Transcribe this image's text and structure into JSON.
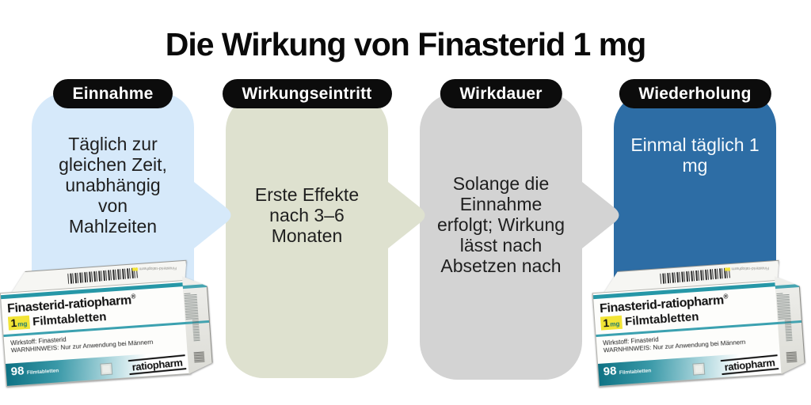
{
  "title": "Die Wirkung von Finasterid 1 mg",
  "palette": {
    "pill_bg": "#0c0c0c",
    "pill_text": "#ffffff",
    "title_color": "#0a0a0a"
  },
  "columns": [
    {
      "header": "Einnahme",
      "body": "Täglich zur\ngleichen Zeit,\nunabhängig\nvon\nMahlzeiten",
      "bubble_color": "#d6e9fa",
      "text_color": "#1f1f1f"
    },
    {
      "header": "Wirkungseintritt",
      "body": "Erste Effekte\nnach 3–6\nMonaten",
      "bubble_color": "#dee1cf",
      "text_color": "#1f1f1f"
    },
    {
      "header": "Wirkdauer",
      "body": "Solange die\nEinnahme\nerfolgt; Wirkung\nlässt nach\nAbsetzen nach",
      "bubble_color": "#d3d3d3",
      "text_color": "#1f1f1f"
    },
    {
      "header": "Wiederholung",
      "body": "Einmal täglich 1\nmg",
      "bubble_color": "#2d6da5",
      "text_color": "#f5f9fc"
    }
  ],
  "product_box": {
    "brand": "Finasterid-ratiopharm",
    "registered": "®",
    "dose": "1",
    "dose_unit": "mg",
    "form": "Filmtabletten",
    "ingredient": "Wirkstoff: Finasterid",
    "warning": "WARNHINWEIS: Nur zur Anwendung bei Männern",
    "count": "98",
    "count_label": "Filmtabletten",
    "logo": "ratiopharm",
    "teal": "#2697a7",
    "yellow": "#f2e435"
  }
}
